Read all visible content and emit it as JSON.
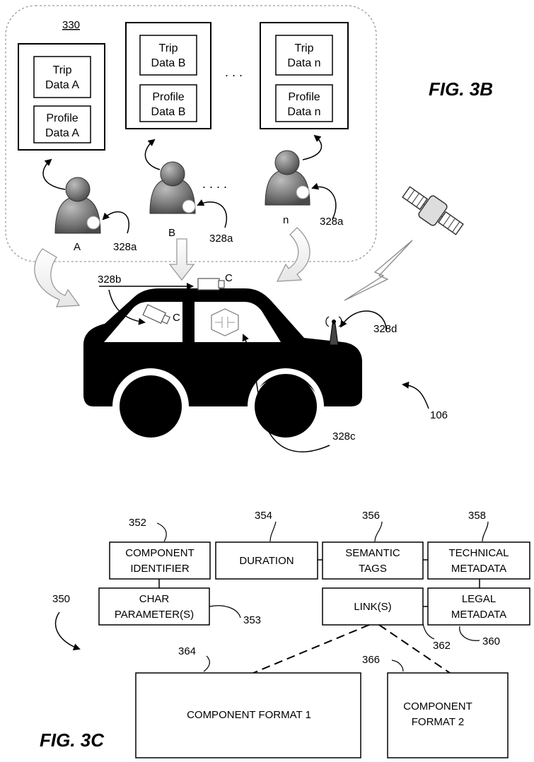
{
  "fig3b": {
    "title": "FIG. 3B",
    "group_ref": "330",
    "users": [
      {
        "label": "A",
        "trip": [
          "Trip",
          "Data A"
        ],
        "profile": [
          "Profile",
          "Data A"
        ],
        "ref": "328a"
      },
      {
        "label": "B",
        "trip": [
          "Trip",
          "Data B"
        ],
        "profile": [
          "Profile",
          "Data B"
        ],
        "ref": "328a"
      },
      {
        "label": "n",
        "trip": [
          "Trip",
          "Data n"
        ],
        "profile": [
          "Profile",
          "Data n"
        ],
        "ref": "328a"
      }
    ],
    "dots": ". . .",
    "dots_people": ". . . .",
    "ref_328b": "328b",
    "ref_328c": "328c",
    "ref_328d": "328d",
    "ref_106": "106",
    "camera_top_label": "C",
    "camera_inside_label": "C"
  },
  "fig3c": {
    "title": "FIG. 3C",
    "ref_350": "350",
    "boxes": {
      "component_identifier": {
        "ref": "352",
        "lines": [
          "COMPONENT",
          "IDENTIFIER"
        ]
      },
      "duration": {
        "ref": "354",
        "lines": [
          "DURATION"
        ]
      },
      "semantic_tags": {
        "ref": "356",
        "lines": [
          "SEMANTIC",
          "TAGS"
        ]
      },
      "technical_metadata": {
        "ref": "358",
        "lines": [
          "TECHNICAL",
          "METADATA"
        ]
      },
      "char_parameters": {
        "ref": "353",
        "lines": [
          "CHAR",
          "PARAMETER(S)"
        ]
      },
      "links": {
        "ref": "362",
        "lines": [
          "LINK(S)"
        ]
      },
      "legal_metadata": {
        "ref": "360",
        "lines": [
          "LEGAL",
          "METADATA"
        ]
      },
      "component_format_1": {
        "ref": "364",
        "lines": [
          "COMPONENT FORMAT 1"
        ]
      },
      "component_format_2": {
        "ref": "366",
        "lines": [
          "COMPONENT",
          "FORMAT 2"
        ]
      }
    }
  }
}
